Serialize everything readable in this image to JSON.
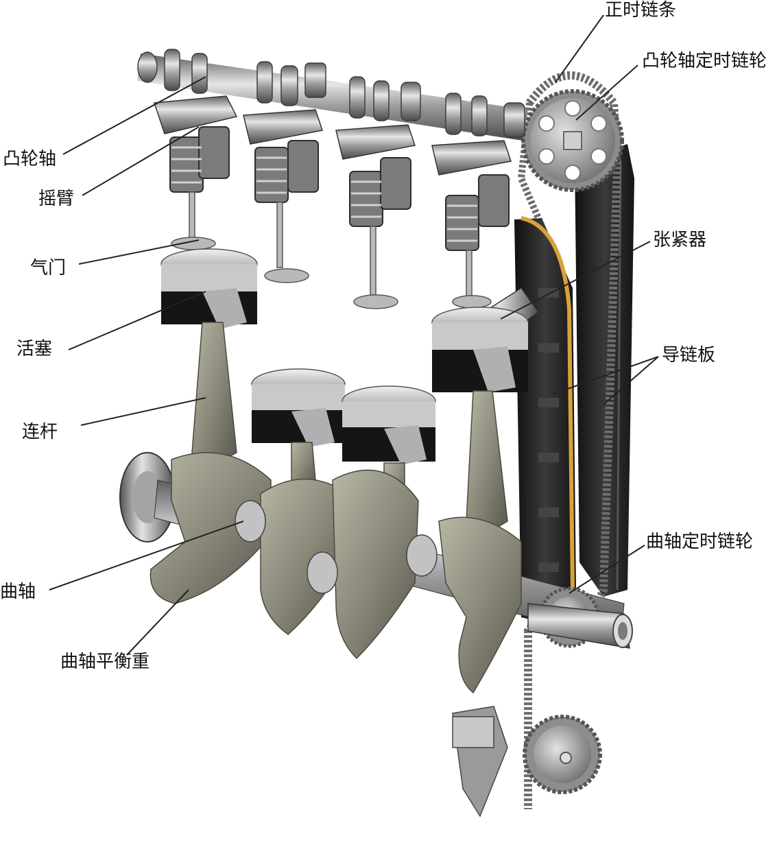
{
  "labels": {
    "camshaft": "凸轮轴",
    "rocker_arm": "摇臂",
    "valve": "气门",
    "piston": "活塞",
    "connecting_rod": "连杆",
    "crankshaft": "曲轴",
    "counterweight": "曲轴平衡重",
    "timing_chain": "正时链条",
    "cam_sprocket": "凸轮轴定时链轮",
    "tensioner": "张紧器",
    "chain_guide": "导链板",
    "crank_sprocket": "曲轴定时链轮"
  },
  "colors": {
    "steel": "#a9a9ab",
    "forged": "#8c8a78",
    "piston_ring_band": "#1a1a1a",
    "guide_rail": "#262626",
    "guide_strip": "#d8a23a",
    "leader_line": "#222222"
  }
}
